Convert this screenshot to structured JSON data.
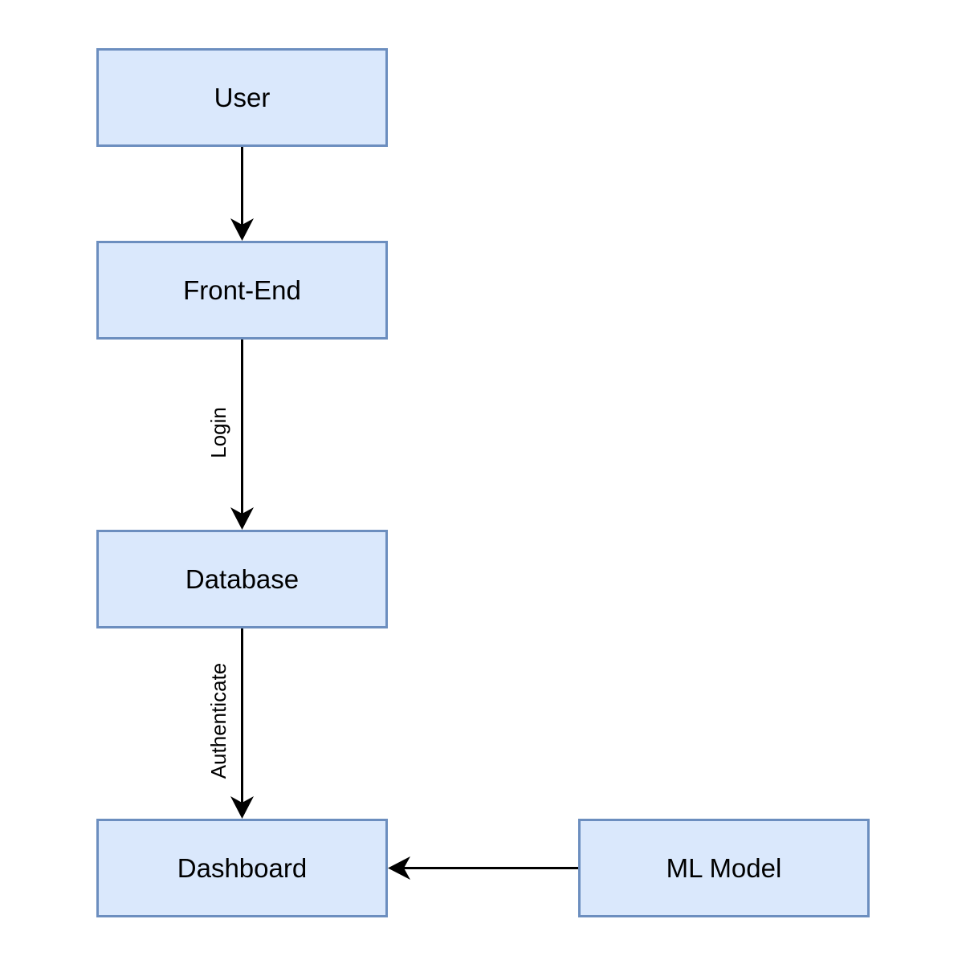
{
  "colors": {
    "node_fill": "#dae8fc",
    "node_border": "#6c8ebf",
    "edge": "#000000",
    "background": "#ffffff"
  },
  "nodes": {
    "user": {
      "label": "User"
    },
    "frontend": {
      "label": "Front-End"
    },
    "database": {
      "label": "Database"
    },
    "dashboard": {
      "label": "Dashboard"
    },
    "ml_model": {
      "label": "ML Model"
    }
  },
  "edges": [
    {
      "from": "user",
      "to": "frontend",
      "label": ""
    },
    {
      "from": "frontend",
      "to": "database",
      "label": "Login"
    },
    {
      "from": "database",
      "to": "dashboard",
      "label": "Authenticate"
    },
    {
      "from": "ml_model",
      "to": "dashboard",
      "label": ""
    }
  ]
}
